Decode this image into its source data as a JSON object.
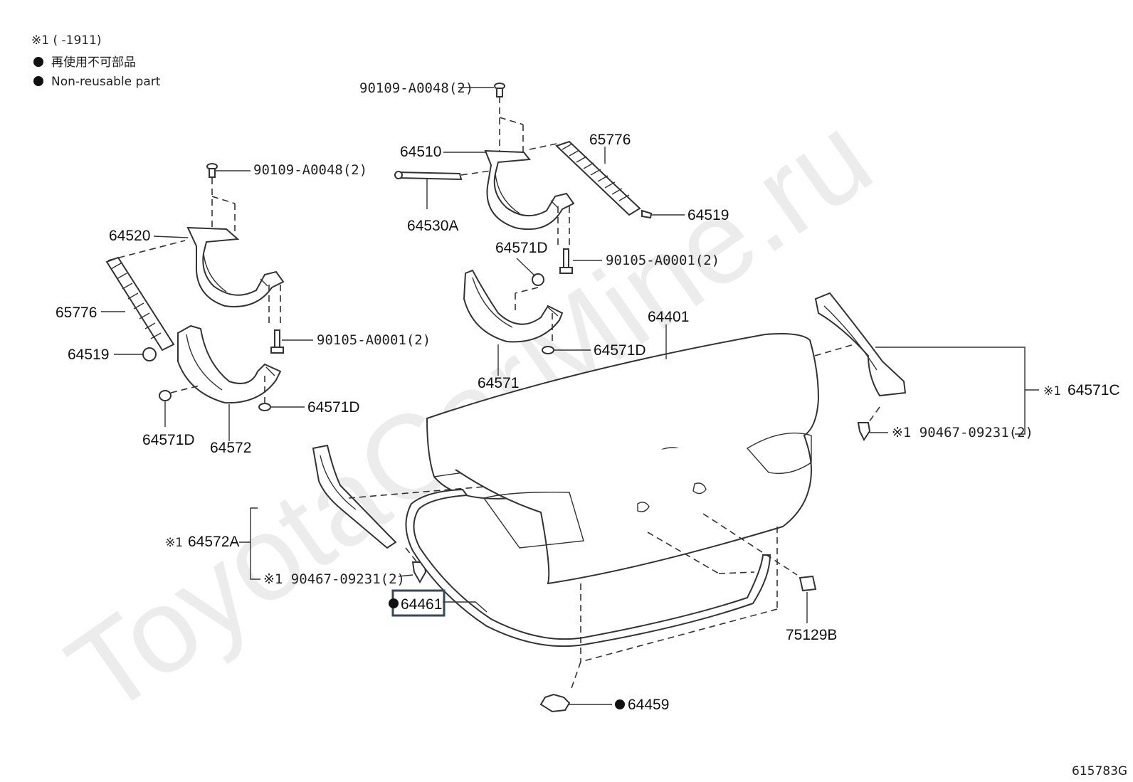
{
  "watermark": "ToyotaCarMine.ru",
  "notes": {
    "note1": "※1 (      -1911)",
    "jp_nonreusable": "再使用不可部品",
    "en_nonreusable": "Non-reusable part"
  },
  "labels": {
    "bolt_top": "90109-A0048(2)",
    "hinge_rh": "64510",
    "spring_rh": "65776",
    "torsion_bar": "64530A",
    "clip_rh": "64519",
    "bolt_left": "90109-A0048(2)",
    "hinge_lh": "64520",
    "spring_lh": "65776",
    "clip_lh": "64519",
    "cover_clip_rh_a": "64571D",
    "bolt_90105_rh": "90105-A0001(2)",
    "bolt_90105_lh": "90105-A0001(2)",
    "lid": "64401",
    "cover_clip_rh_b": "64571D",
    "cover_rh": "64571",
    "cover_clip_lh_a": "64571D",
    "cover_lh": "64572",
    "cover_clip_lh_b": "64571D",
    "cover_side_rh_prefix": "※1",
    "cover_side_rh": "64571C",
    "clip_90467_rh": "※1 90467-09231(2)",
    "cover_side_lh_prefix": "※1",
    "cover_side_lh": "64572A",
    "clip_90467_lh": "※1 90467-09231(2)",
    "weatherstrip": "64461",
    "plug": "75129B",
    "cushion": "64459",
    "diagram_code": "615783G"
  }
}
